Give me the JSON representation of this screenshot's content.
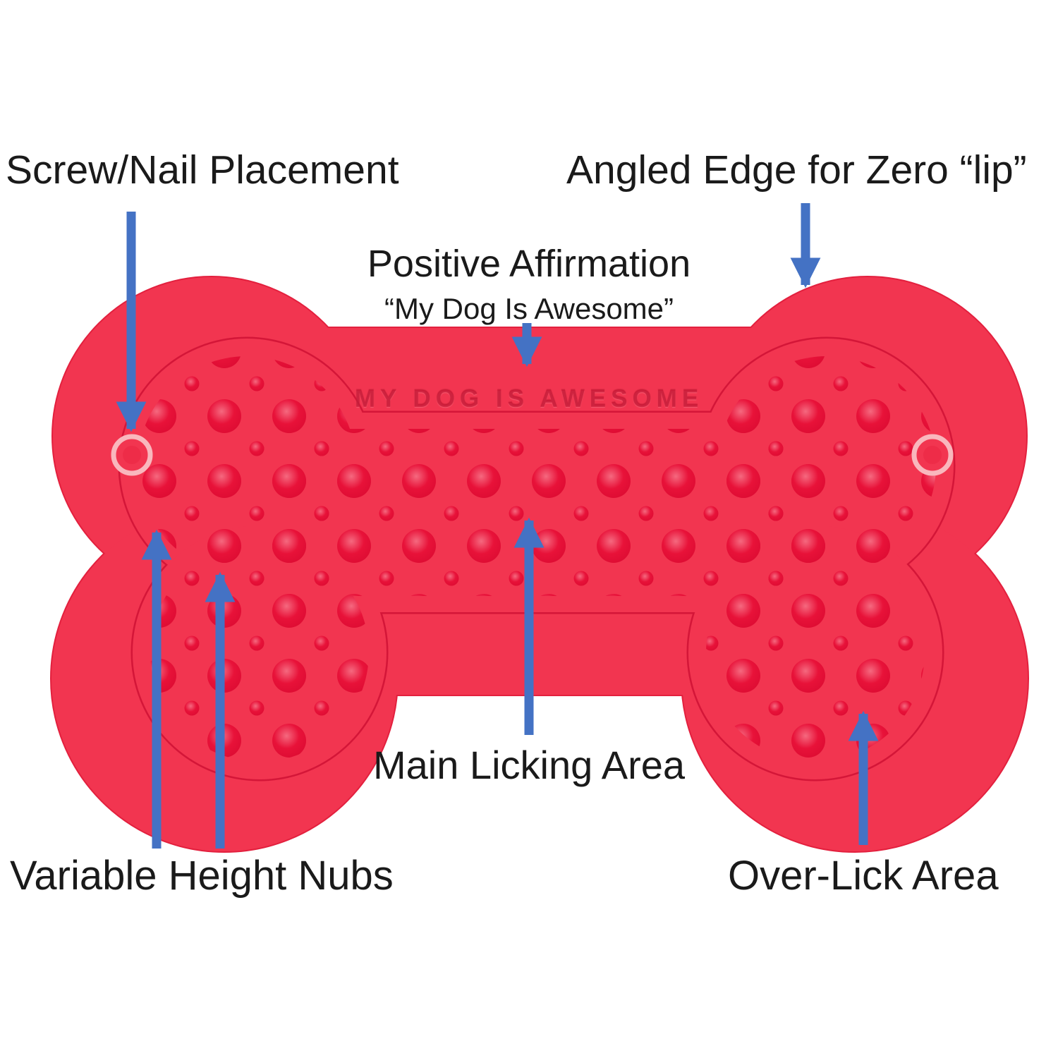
{
  "title": "Bone-shaped dog lick mat annotated product diagram",
  "product": {
    "type": "bone-shaped dog lick mat",
    "embossed_text": "MY DOG IS AWESOME",
    "colors": {
      "mat_red": "#f23550",
      "mat_edge": "#e3203e",
      "nub_dark_red": "#e60d36",
      "nub_highlight": "#f5697f",
      "inner_outline": "#cf1134",
      "screw_hole_ring": "#f9b7bd"
    }
  },
  "annotations": {
    "arrow_color": "#4472c4",
    "text_color": "#1a1a1a",
    "labels": {
      "screw_nail": "Screw/Nail Placement",
      "angled_edge": "Angled Edge for Zero “lip”",
      "positive_affirmation": "Positive Affirmation",
      "affirmation_quote": "“My Dog Is Awesome”",
      "main_licking": "Main Licking Area",
      "variable_nubs": "Variable Height Nubs",
      "over_lick": "Over-Lick Area"
    }
  }
}
